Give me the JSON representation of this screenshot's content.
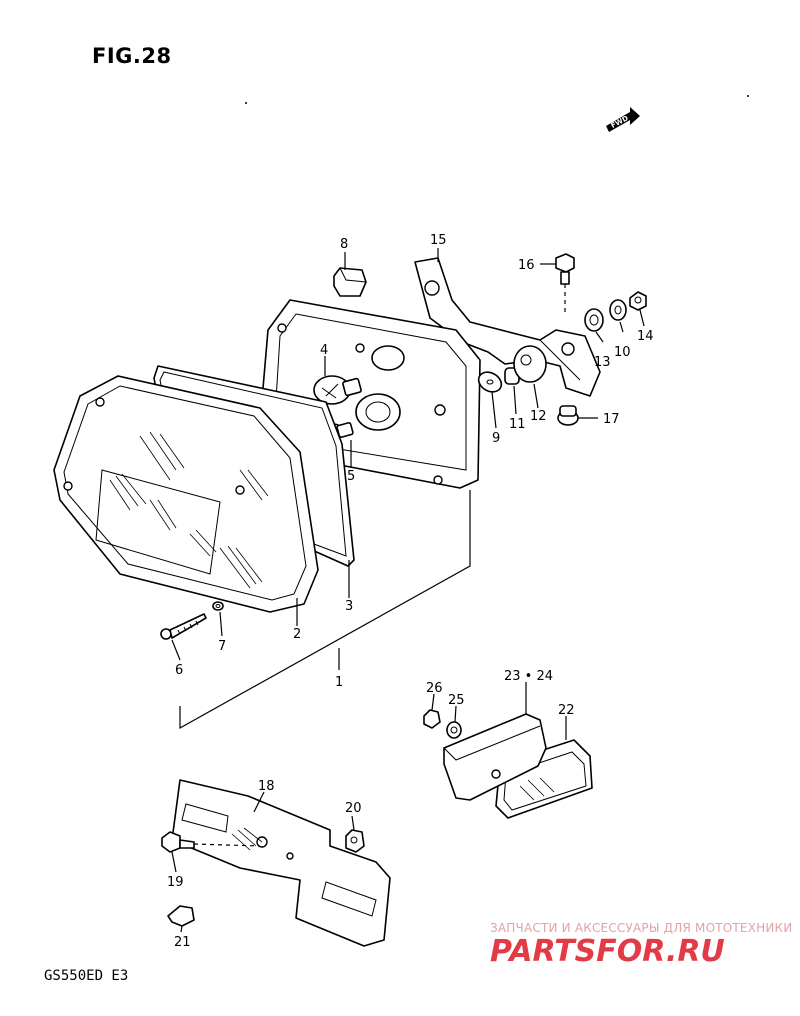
{
  "figure": {
    "title": "FIG.28",
    "model": "GS550ED E3",
    "fwd_label": "FWD"
  },
  "watermark": {
    "line1": "ЗАПЧАСТИ И АКСЕССУАРЫ ДЛЯ МОТОТЕХНИКИ",
    "line2": "PARTSFOR.RU"
  },
  "callouts": {
    "c1": "1",
    "c2": "2",
    "c3": "3",
    "c4": "4",
    "c5": "5",
    "c6": "6",
    "c7": "7",
    "c8": "8",
    "c9": "9",
    "c10": "10",
    "c11": "11",
    "c12": "12",
    "c13": "13",
    "c14": "14",
    "c15": "15",
    "c16": "16",
    "c17": "17",
    "c18": "18",
    "c19": "19",
    "c20": "20",
    "c21": "21",
    "c22": "22",
    "c23_24": "23 • 24",
    "c25": "25",
    "c26": "26"
  },
  "colors": {
    "ink": "#000000",
    "watermark_text": "#e2a3a6",
    "watermark_logo": "#e23b45"
  }
}
